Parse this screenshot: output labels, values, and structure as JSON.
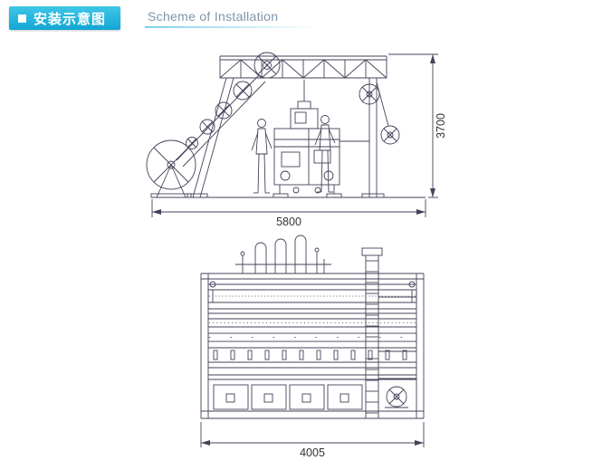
{
  "header": {
    "title_zh": "安装示意图",
    "title_en": "Scheme of Installation",
    "accent_color": "#14a9d6"
  },
  "figures": {
    "side_view": {
      "width_dim": "5800",
      "height_dim": "3700"
    },
    "front_view": {
      "width_dim": "4005"
    }
  },
  "colors": {
    "line": "#43435a",
    "dimension_text": "#333333"
  }
}
